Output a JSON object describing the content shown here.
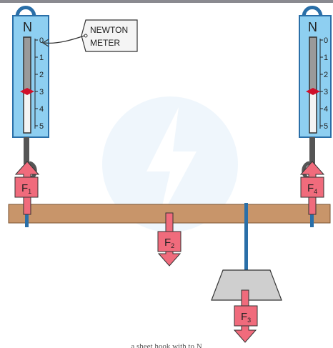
{
  "meter_unit": "N",
  "scale_ticks": [
    "0",
    "1",
    "2",
    "3",
    "4",
    "5"
  ],
  "meter_reading": 3,
  "callout": {
    "line1": "NEWTON",
    "line2": "METER"
  },
  "forces": [
    {
      "letter": "F",
      "sub": "1"
    },
    {
      "letter": "F",
      "sub": "2"
    },
    {
      "letter": "F",
      "sub": "3"
    },
    {
      "letter": "F",
      "sub": "4"
    }
  ],
  "bottom_caption": "a sheet hook with to N",
  "colors": {
    "meter_body": "#8ecff1",
    "meter_edge": "#2a6fa8",
    "hook": "#2a6fa8",
    "beam": "#c8956a",
    "arrow": "#f06b7c",
    "pointer": "#d0102a",
    "weight": "#cfcfcf"
  },
  "watermark_icon": "lightning-logo-icon"
}
